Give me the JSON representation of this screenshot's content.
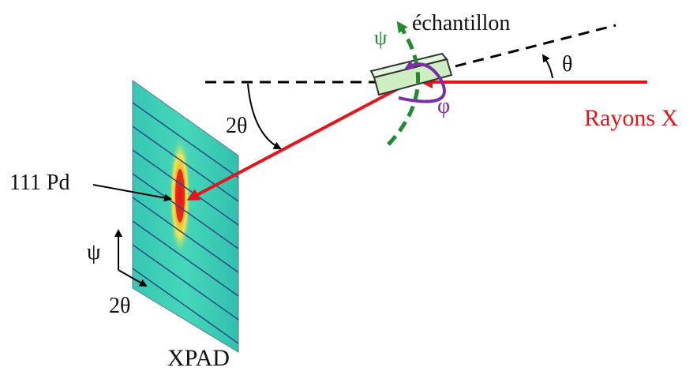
{
  "labels": {
    "sample": "échantillon",
    "theta": "θ",
    "two_theta_upper": "2θ",
    "phi": "φ",
    "psi_top": "ψ",
    "xrays": "Rayons X",
    "peak": "111 Pd",
    "psi_axis": "ψ",
    "two_theta_axis": "2θ",
    "detector": "XPAD"
  },
  "colors": {
    "beam": "#e8141b",
    "green_arc": "#1f8a2e",
    "purple_arc": "#7a2fa8",
    "detector_fill": "#3fd1b6",
    "detector_lines": "#2a4a8c",
    "sample_fill": "#cdeec0"
  },
  "icons": {
    "incident_arrow": "arrow-left-icon",
    "axis_arrows": "arrow-up-right-icon"
  }
}
